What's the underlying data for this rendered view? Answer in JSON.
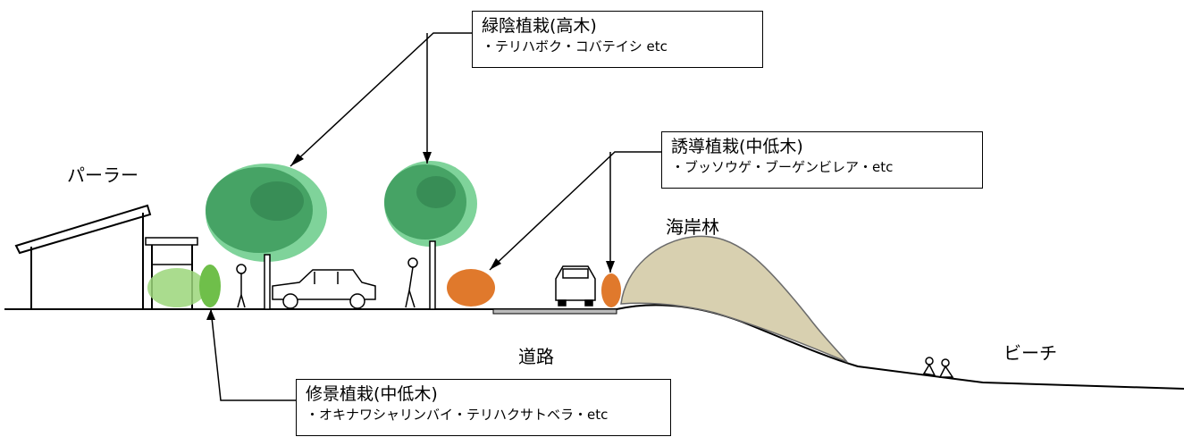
{
  "callouts": {
    "shade": {
      "title": "緑陰植栽(高木)",
      "species": "・テリハボク・コバテイシ etc"
    },
    "guide": {
      "title": "誘導植栽(中低木)",
      "species": "・ブッソウゲ・ブーゲンビレア・etc"
    },
    "landscape": {
      "title": "修景植栽(中低木)",
      "species": "・オキナワシャリンバイ・テリハクサトベラ・etc"
    }
  },
  "labels": {
    "parlor": "パーラー",
    "road": "道路",
    "coastal_forest": "海岸林",
    "beach": "ビーチ"
  },
  "colors": {
    "tree_green": "#3c9a5c",
    "tree_light": "#7fd39a",
    "hedge_green": "#8fcf6a",
    "orange_shrub": "#e0792c",
    "forest_beige": "#d8d0b0",
    "line": "#000000"
  }
}
